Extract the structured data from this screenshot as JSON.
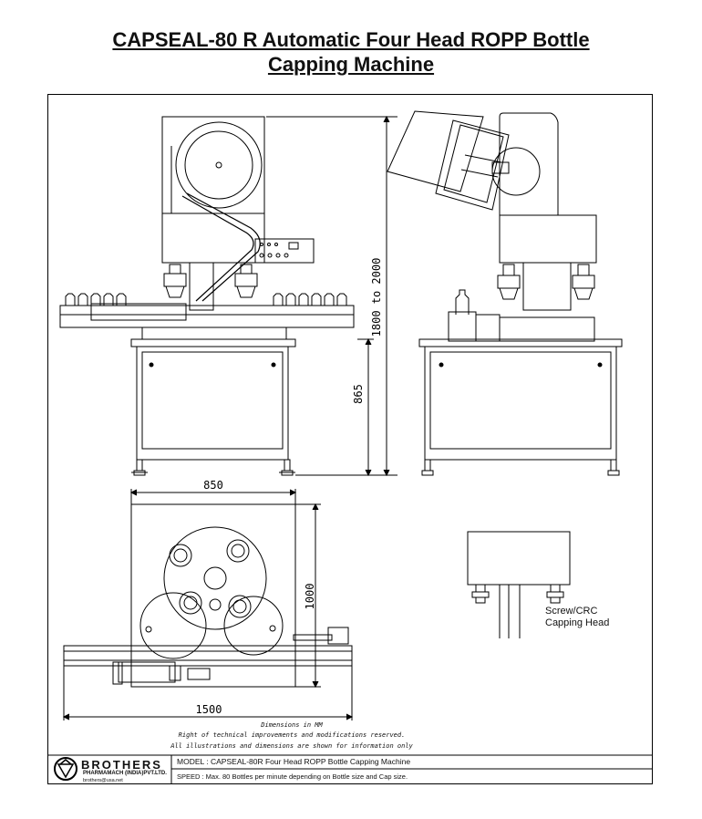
{
  "title": {
    "line1": "CAPSEAL-80 R   Automatic Four  Head  ROPP Bottle",
    "line2": "Capping Machine"
  },
  "dimensions": {
    "height_range": "1800  to  2000",
    "table_height": "865",
    "front_width": "850",
    "plan_depth": "1000",
    "plan_width": "1500"
  },
  "notes": {
    "line1": "Dimensions in MM",
    "line2": "Right of technical improvements and modifications reserved.",
    "line3": "All illustrations and dimensions are shown for information only"
  },
  "detail": {
    "label_line1": "Screw/CRC",
    "label_line2": "Capping Head"
  },
  "company": {
    "name": "BROTHERS",
    "sub": "PHARMAMACH (INDIA)PVT.LTD.",
    "email": "brothers@usa.net"
  },
  "footer": {
    "model": "MODEL : CAPSEAL-80R Four Head ROPP  Bottle Capping Machine",
    "speed": "SPEED : Max. 80 Bottles per minute depending on Bottle size and Cap size."
  }
}
